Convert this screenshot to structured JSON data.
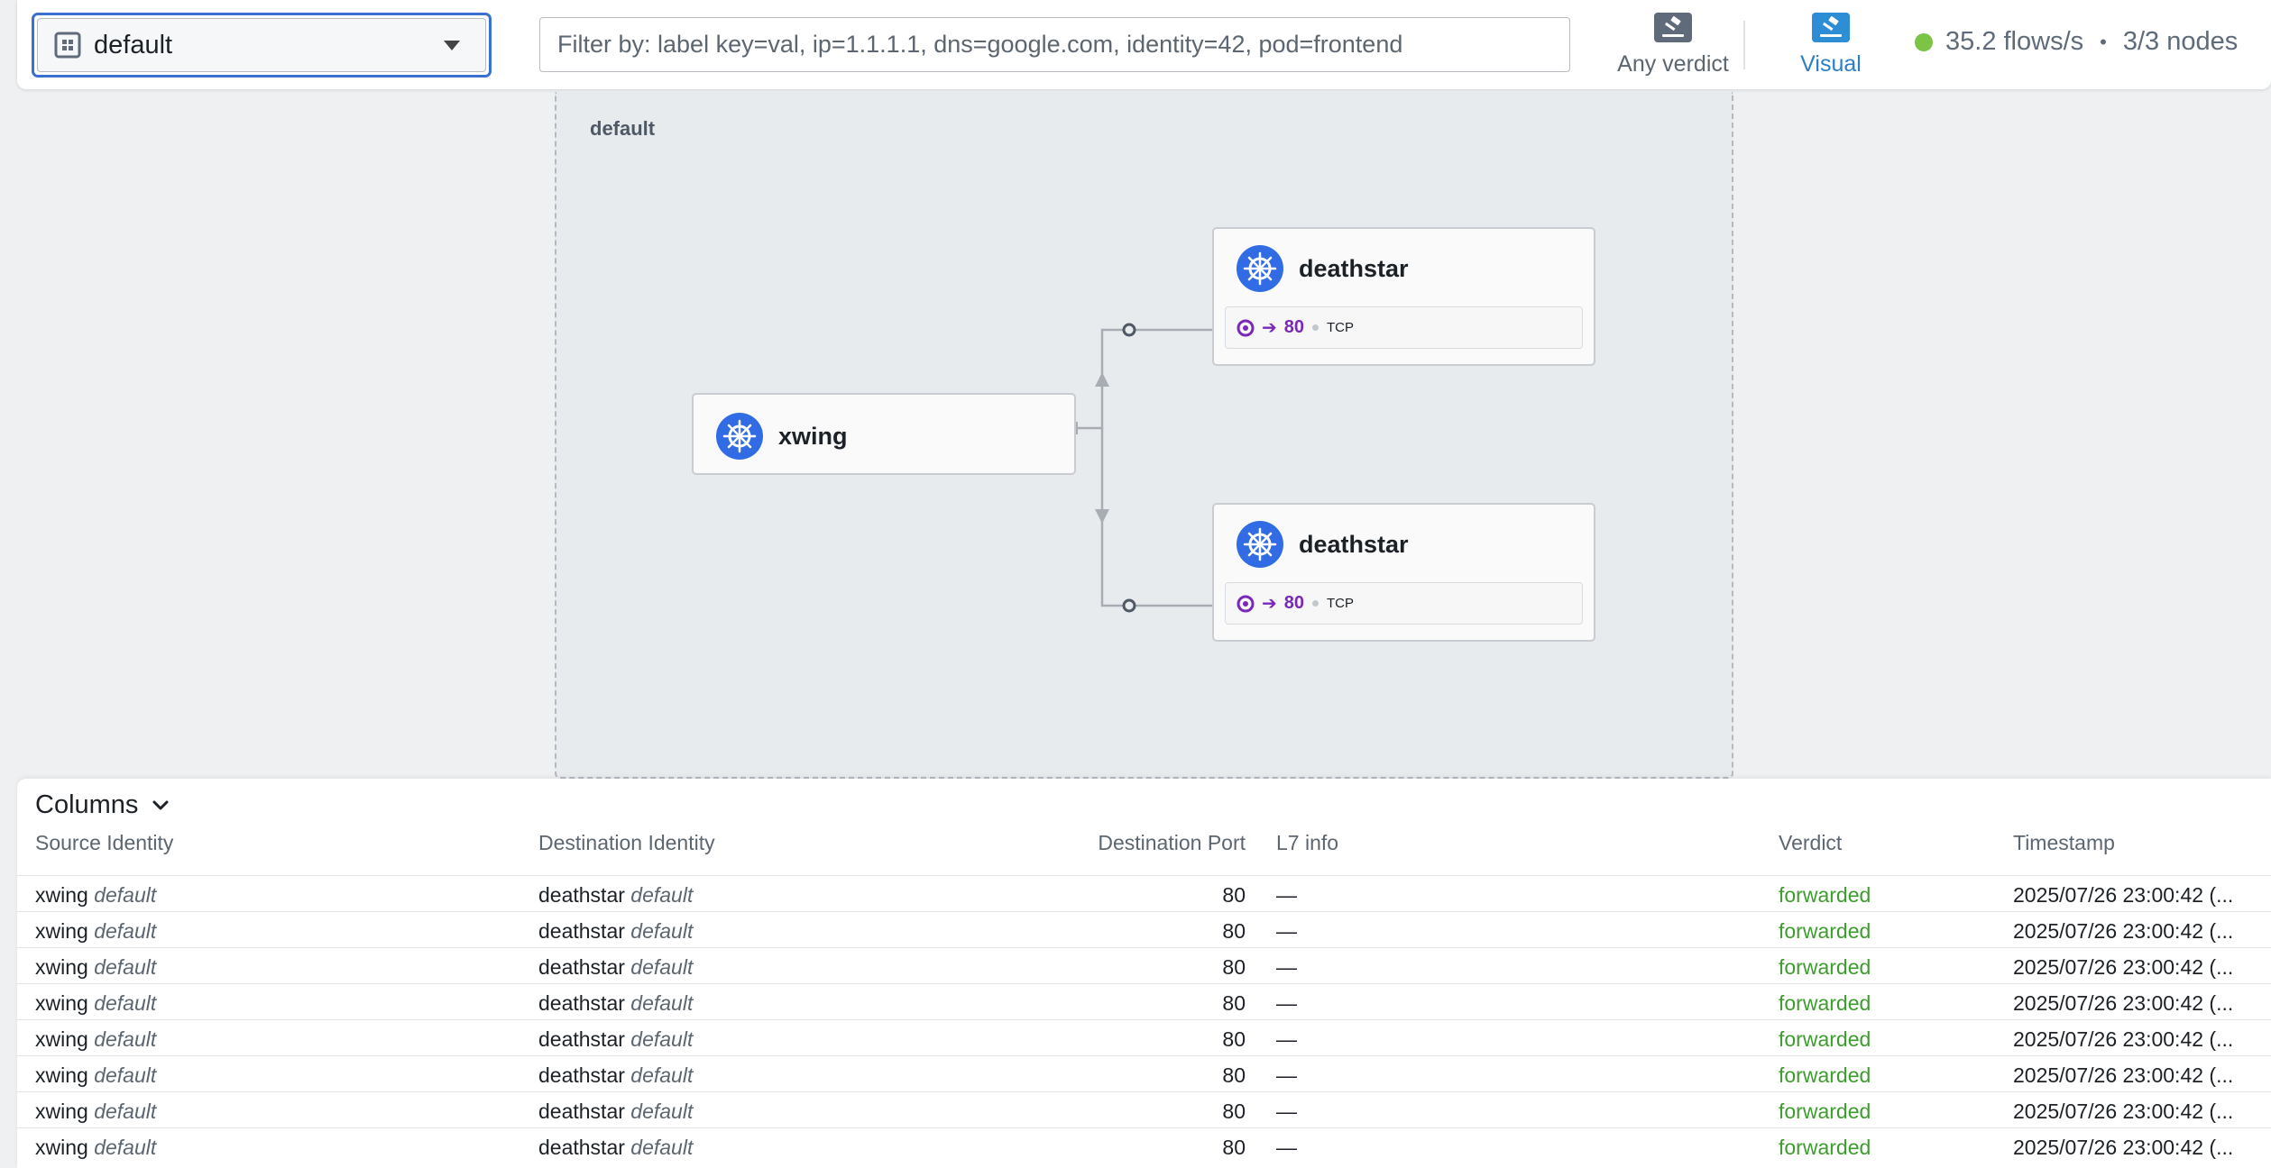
{
  "header": {
    "namespace": "default",
    "filter_placeholder": "Filter by: label key=val, ip=1.1.1.1, dns=google.com, identity=42, pod=frontend",
    "verdict_label": "Any verdict",
    "visual_label": "Visual",
    "flows_rate": "35.2 flows/s",
    "separator": "•",
    "nodes": "3/3 nodes",
    "status_color": "#7cc444"
  },
  "map": {
    "namespace_title": "default",
    "services": [
      {
        "name": "xwing",
        "icon": "kubernetes-icon"
      },
      {
        "name": "deathstar",
        "icon": "kubernetes-icon",
        "port": "80",
        "protocol": "TCP",
        "arrow": "➔"
      },
      {
        "name": "deathstar",
        "icon": "kubernetes-icon",
        "port": "80",
        "protocol": "TCP",
        "arrow": "➔"
      }
    ]
  },
  "flows": {
    "columns_label": "Columns",
    "headers": [
      "Source Identity",
      "Destination Identity",
      "Destination Port",
      "L7 info",
      "Verdict",
      "Timestamp"
    ],
    "rows": [
      {
        "src": "xwing",
        "src_ns": "default",
        "dst": "deathstar",
        "dst_ns": "default",
        "port": "80",
        "l7": "—",
        "verdict": "forwarded",
        "timestamp": "2025/07/26 23:00:42 (..."
      },
      {
        "src": "xwing",
        "src_ns": "default",
        "dst": "deathstar",
        "dst_ns": "default",
        "port": "80",
        "l7": "—",
        "verdict": "forwarded",
        "timestamp": "2025/07/26 23:00:42 (..."
      },
      {
        "src": "xwing",
        "src_ns": "default",
        "dst": "deathstar",
        "dst_ns": "default",
        "port": "80",
        "l7": "—",
        "verdict": "forwarded",
        "timestamp": "2025/07/26 23:00:42 (..."
      },
      {
        "src": "xwing",
        "src_ns": "default",
        "dst": "deathstar",
        "dst_ns": "default",
        "port": "80",
        "l7": "—",
        "verdict": "forwarded",
        "timestamp": "2025/07/26 23:00:42 (..."
      },
      {
        "src": "xwing",
        "src_ns": "default",
        "dst": "deathstar",
        "dst_ns": "default",
        "port": "80",
        "l7": "—",
        "verdict": "forwarded",
        "timestamp": "2025/07/26 23:00:42 (..."
      },
      {
        "src": "xwing",
        "src_ns": "default",
        "dst": "deathstar",
        "dst_ns": "default",
        "port": "80",
        "l7": "—",
        "verdict": "forwarded",
        "timestamp": "2025/07/26 23:00:42 (..."
      },
      {
        "src": "xwing",
        "src_ns": "default",
        "dst": "deathstar",
        "dst_ns": "default",
        "port": "80",
        "l7": "—",
        "verdict": "forwarded",
        "timestamp": "2025/07/26 23:00:42 (..."
      },
      {
        "src": "xwing",
        "src_ns": "default",
        "dst": "deathstar",
        "dst_ns": "default",
        "port": "80",
        "l7": "—",
        "verdict": "forwarded",
        "timestamp": "2025/07/26 23:00:42 (..."
      }
    ]
  }
}
